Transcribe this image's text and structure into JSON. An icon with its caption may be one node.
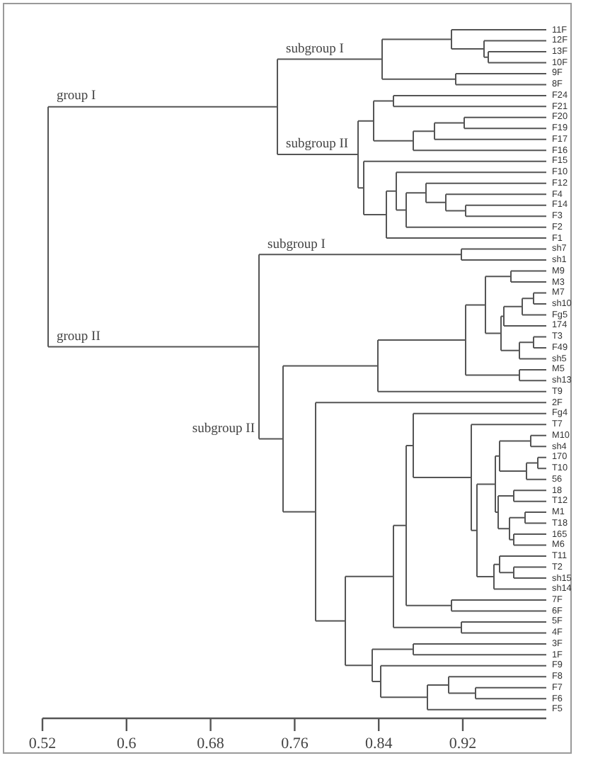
{
  "diagram": {
    "labels": [
      "group I",
      "subgroup I",
      "subgroup II",
      "group II",
      "subgroup I",
      "subgroup II",
      "11F",
      "12F",
      "13F",
      "10F",
      "9F",
      "8F",
      "F24",
      "F21",
      "F20",
      "F19",
      "F17",
      "F16",
      "F15",
      "F10",
      "F12",
      "F4",
      "F14",
      "F3",
      "F2",
      "F1",
      "sh7",
      "sh1",
      "M9",
      "M3",
      "M7",
      "sh10",
      "Fg5",
      "174",
      "T3",
      "F49",
      "sh5",
      "M5",
      "sh13",
      "T9",
      "2F",
      "Fg4",
      "T7",
      "M10",
      "sh4",
      "170",
      "T10",
      "56",
      "18",
      "T12",
      "M1",
      "T18",
      "165",
      "M6",
      "T11",
      "T2",
      "sh15",
      "sh14",
      "7F",
      "6F",
      "5F",
      "4F",
      "3F",
      "1F",
      "F9",
      "F8",
      "F7",
      "F6",
      "F5",
      "0.52",
      "0.6",
      "0.68",
      "0.76",
      "0.84",
      "0.92"
    ]
  }
}
